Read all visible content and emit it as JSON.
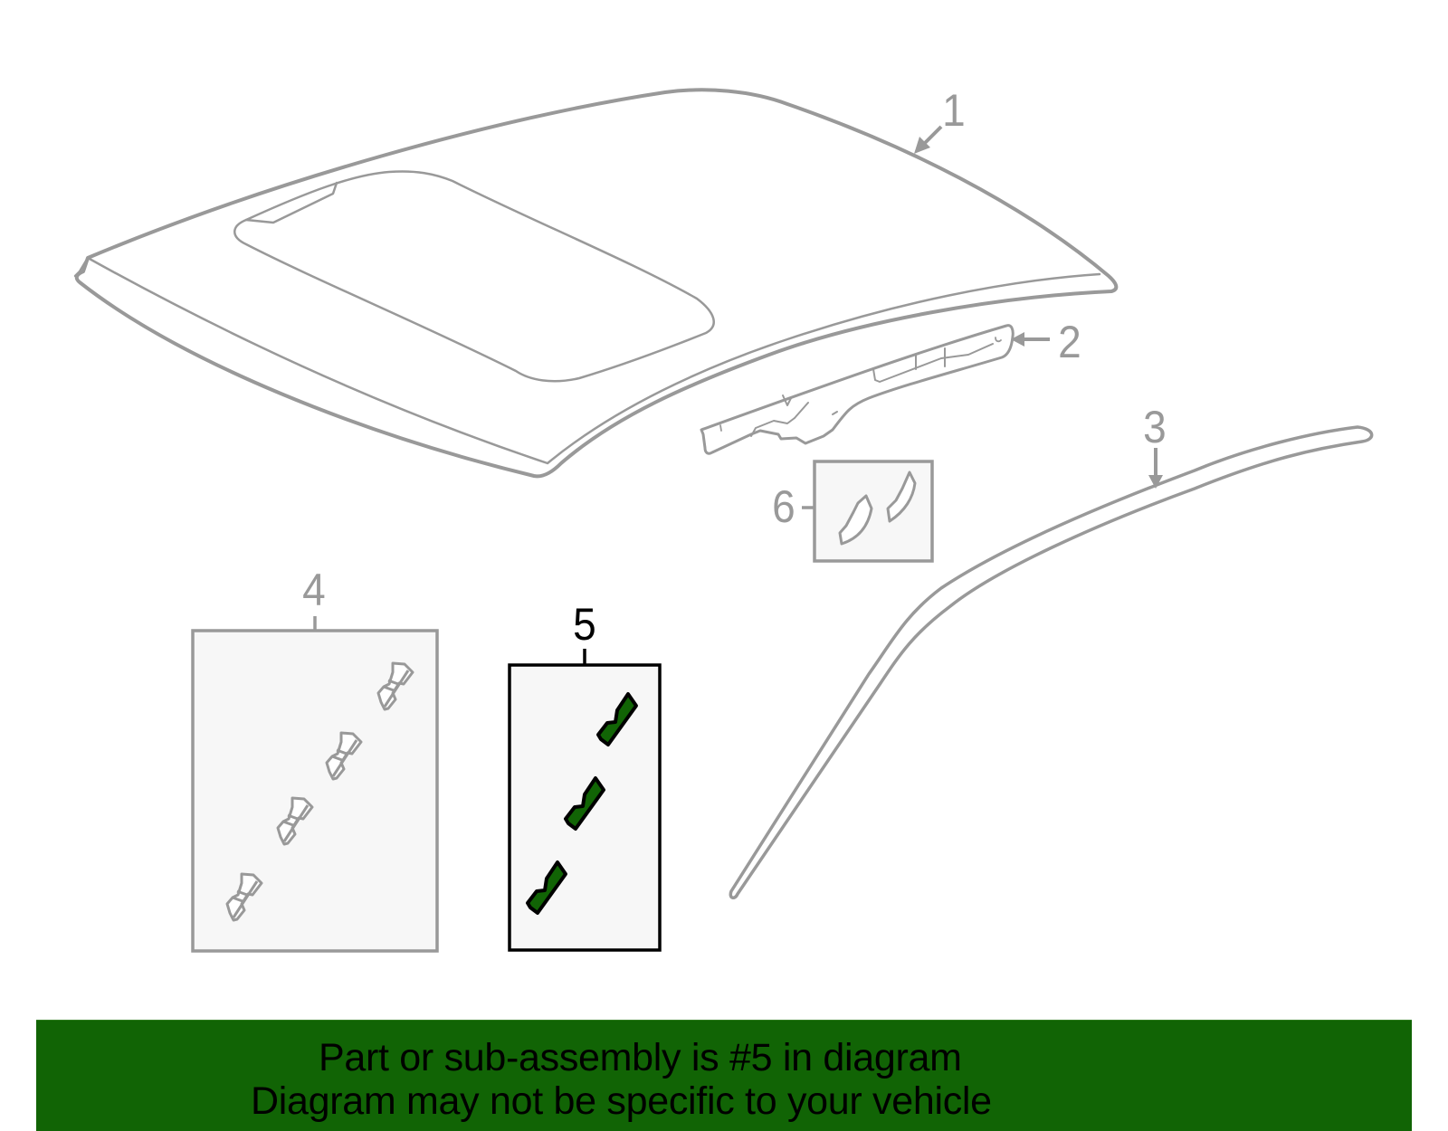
{
  "diagram": {
    "subject": "Roof panel and related parts exploded view",
    "selected_part": "5",
    "colors": {
      "line": "#999999",
      "box_fill": "#f7f7f7",
      "selected_fill": "#116405",
      "selected_stroke": "#000000",
      "banner_bg": "#116405",
      "banner_text": "#000000"
    },
    "callouts": [
      {
        "number": "1",
        "part": "roof-panel"
      },
      {
        "number": "2",
        "part": "roof-rail-bracket"
      },
      {
        "number": "3",
        "part": "roof-molding"
      },
      {
        "number": "4",
        "part": "clip-set-box"
      },
      {
        "number": "5",
        "part": "clip-set-box-selected"
      },
      {
        "number": "6",
        "part": "small-clip-box"
      }
    ]
  },
  "banner": {
    "line1": "Part or sub-assembly is #5 in diagram",
    "line2": "Diagram may not be specific to your vehicle"
  }
}
